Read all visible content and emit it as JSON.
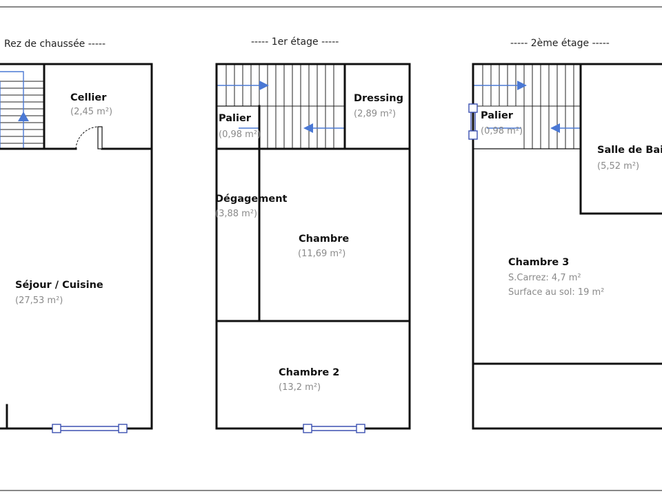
{
  "floors": {
    "ground": {
      "title": "Rez de chaussée  -----",
      "rooms": {
        "cellier": {
          "name": "Cellier",
          "area": "(2,45 m²)"
        },
        "sejour": {
          "name": "Séjour / Cuisine",
          "area": "(27,53 m²)"
        }
      }
    },
    "first": {
      "title": "-----  1er étage  -----",
      "rooms": {
        "palier": {
          "name": "Palier",
          "area": "(0,98 m²)"
        },
        "dressing": {
          "name": "Dressing",
          "area": "(2,89 m²)"
        },
        "degagement": {
          "name": "Dégagement",
          "area": "(3,88 m²)"
        },
        "chambre": {
          "name": "Chambre",
          "area": "(11,69 m²)"
        },
        "chambre2": {
          "name": "Chambre 2",
          "area": "(13,2 m²)"
        }
      }
    },
    "second": {
      "title": "-----  2ème étage  -----",
      "rooms": {
        "palier": {
          "name": "Palier",
          "area": "(0,98 m²)"
        },
        "sdb": {
          "name": "Salle de Bain",
          "area": "(5,52 m²)"
        },
        "chambre3": {
          "name": "Chambre 3",
          "carrez": "S.Carrez: 4,7 m²",
          "sol": "Surface au sol: 19 m²"
        }
      }
    }
  },
  "colors": {
    "wall": "#111111",
    "stair_arrow": "#4a78d4",
    "window": "#3a4fb0",
    "area_text": "#8a8a8a"
  }
}
